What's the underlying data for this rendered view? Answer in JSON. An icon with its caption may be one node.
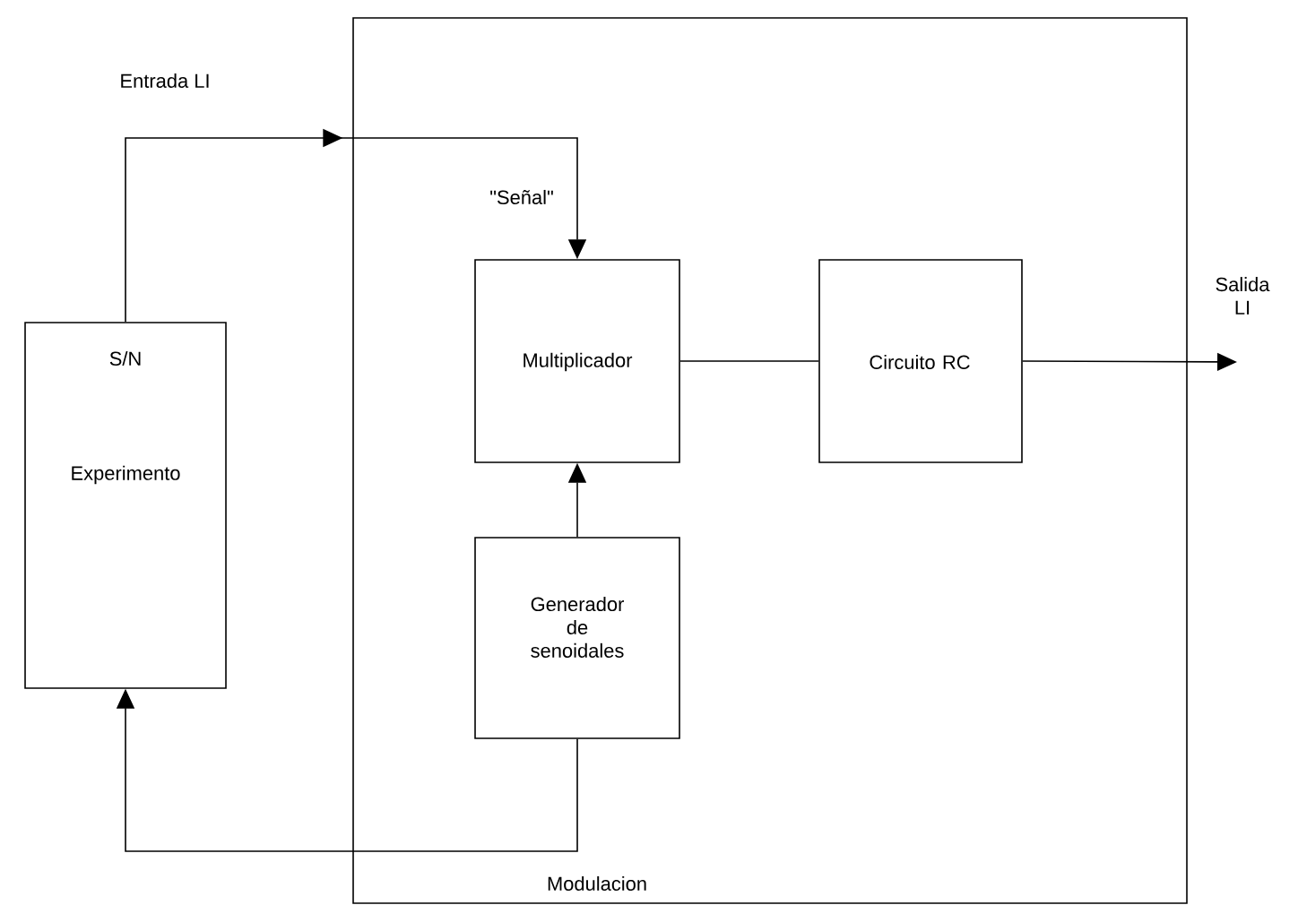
{
  "diagram": {
    "nodes": [
      {
        "text": [],
        "shape": "box"
      },
      {
        "text": [
          "S/N",
          "Experimento"
        ]
      },
      {
        "text": [
          "Multiplicador"
        ],
        "in": 0
      },
      {
        "text": [
          "Circuito RC"
        ],
        "in": 0
      },
      {
        "text": [
          "Generador de senoidales"
        ],
        "in": 0
      }
    ],
    "edges": [
      {
        "from": 1,
        "to": 2,
        "arrow": "to",
        "label": "Entrada LI"
      },
      {
        "from": 2,
        "to": 3,
        "arrow": "none"
      },
      {
        "from": 3,
        "to": null,
        "arrow": "to",
        "label": "Salida LI"
      },
      {
        "from": 4,
        "to": 2,
        "arrow": "to"
      },
      {
        "from": 4,
        "to": 1,
        "arrow": "to",
        "label": "Modulacion"
      }
    ],
    "labels": [
      "\"Señal\""
    ]
  }
}
